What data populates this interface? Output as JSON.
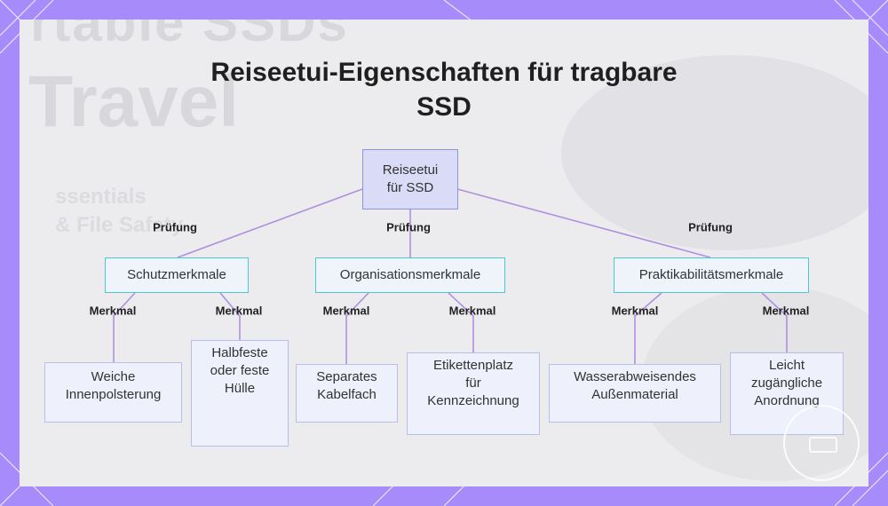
{
  "title": "Reiseetui-Eigenschaften für tragbare SSD",
  "root": "Reiseetui\nfür SSD",
  "edge_labels": {
    "pruefung": "Prüfung",
    "merkmal": "Merkmal"
  },
  "categories": [
    {
      "label": "Schutzmerkmale",
      "leaves": [
        "Weiche\nInnenpolsterung",
        "Halbfeste\noder feste\nHülle"
      ]
    },
    {
      "label": "Organisationsmerkmale",
      "leaves": [
        "Separates\nKabelfach",
        "Etikettenplatz\nfür\nKennzeichnung"
      ]
    },
    {
      "label": "Praktikabilitätsmerkmale",
      "leaves": [
        "Wasserabweisendes\nAußenmaterial",
        "Leicht\nzugängliche\nAnordnung"
      ]
    }
  ],
  "background_text": [
    "rtable SSDs",
    "Travel",
    "ssentials",
    "& File Safety"
  ],
  "colors": {
    "frame": "#a78bfa",
    "root_fill": "#d9dbf7",
    "category_border": "#4cc7d7",
    "leaf_border": "#b7bfe6",
    "connector": "#b08fe0"
  }
}
